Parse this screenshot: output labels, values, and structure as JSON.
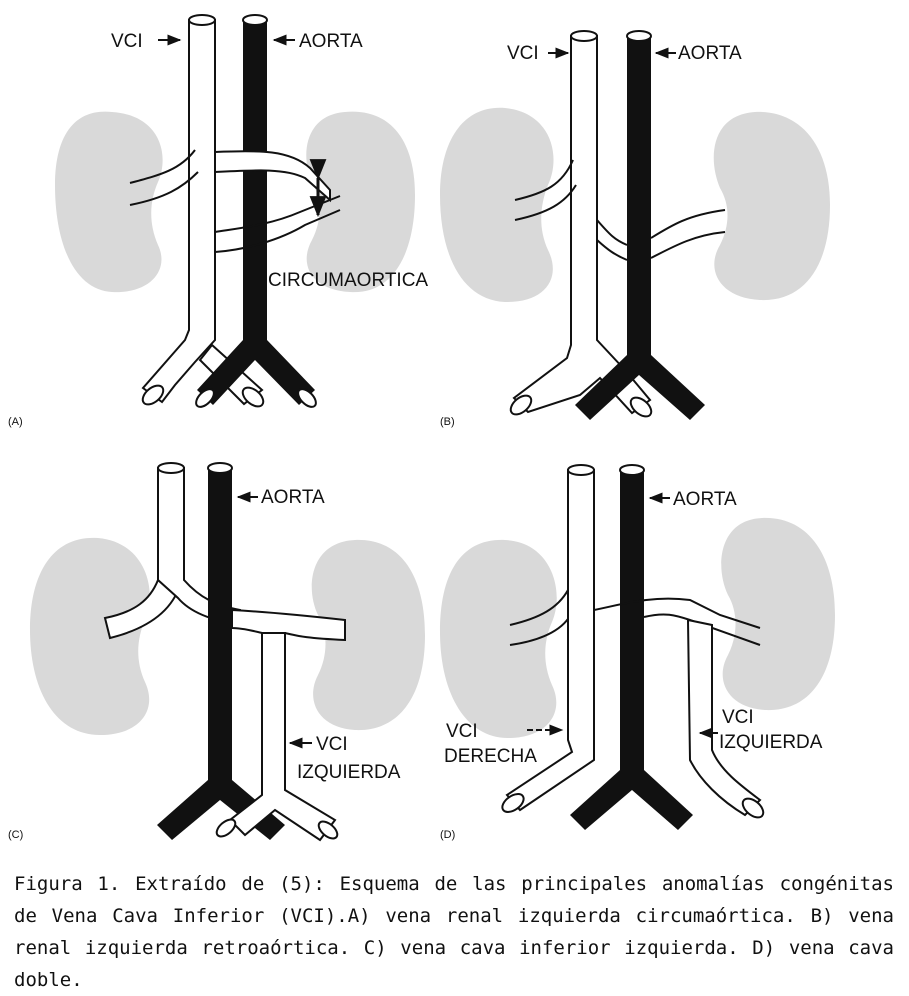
{
  "panels": {
    "a": {
      "id_label": "(A)",
      "vci_label": "VCI",
      "aorta_label": "AORTA",
      "anomaly_label": "CIRCUMAORTICA"
    },
    "b": {
      "id_label": "(B)",
      "vci_label": "VCI",
      "aorta_label": "AORTA"
    },
    "c": {
      "id_label": "(C)",
      "aorta_label": "AORTA",
      "vci_left_line1": "VCI",
      "vci_left_line2": "IZQUIERDA"
    },
    "d": {
      "id_label": "(D)",
      "aorta_label": "AORTA",
      "vci_right_line1": "VCI",
      "vci_right_line2": "DERECHA",
      "vci_left_line1": "VCI",
      "vci_left_line2": "IZQUIERDA"
    }
  },
  "caption": "Figura 1. Extraído de (5): Esquema de las principales anomalías congénitas de Vena Cava Inferior (VCI).A) vena renal izquierda circumaórtica. B) vena renal izquierda retroaórtica. C) vena cava inferior izquierda. D) vena cava doble.",
  "colors": {
    "kidney": "#d9d9d9",
    "vein_fill": "#ffffff",
    "outline": "#111111",
    "aorta": "#111111"
  }
}
